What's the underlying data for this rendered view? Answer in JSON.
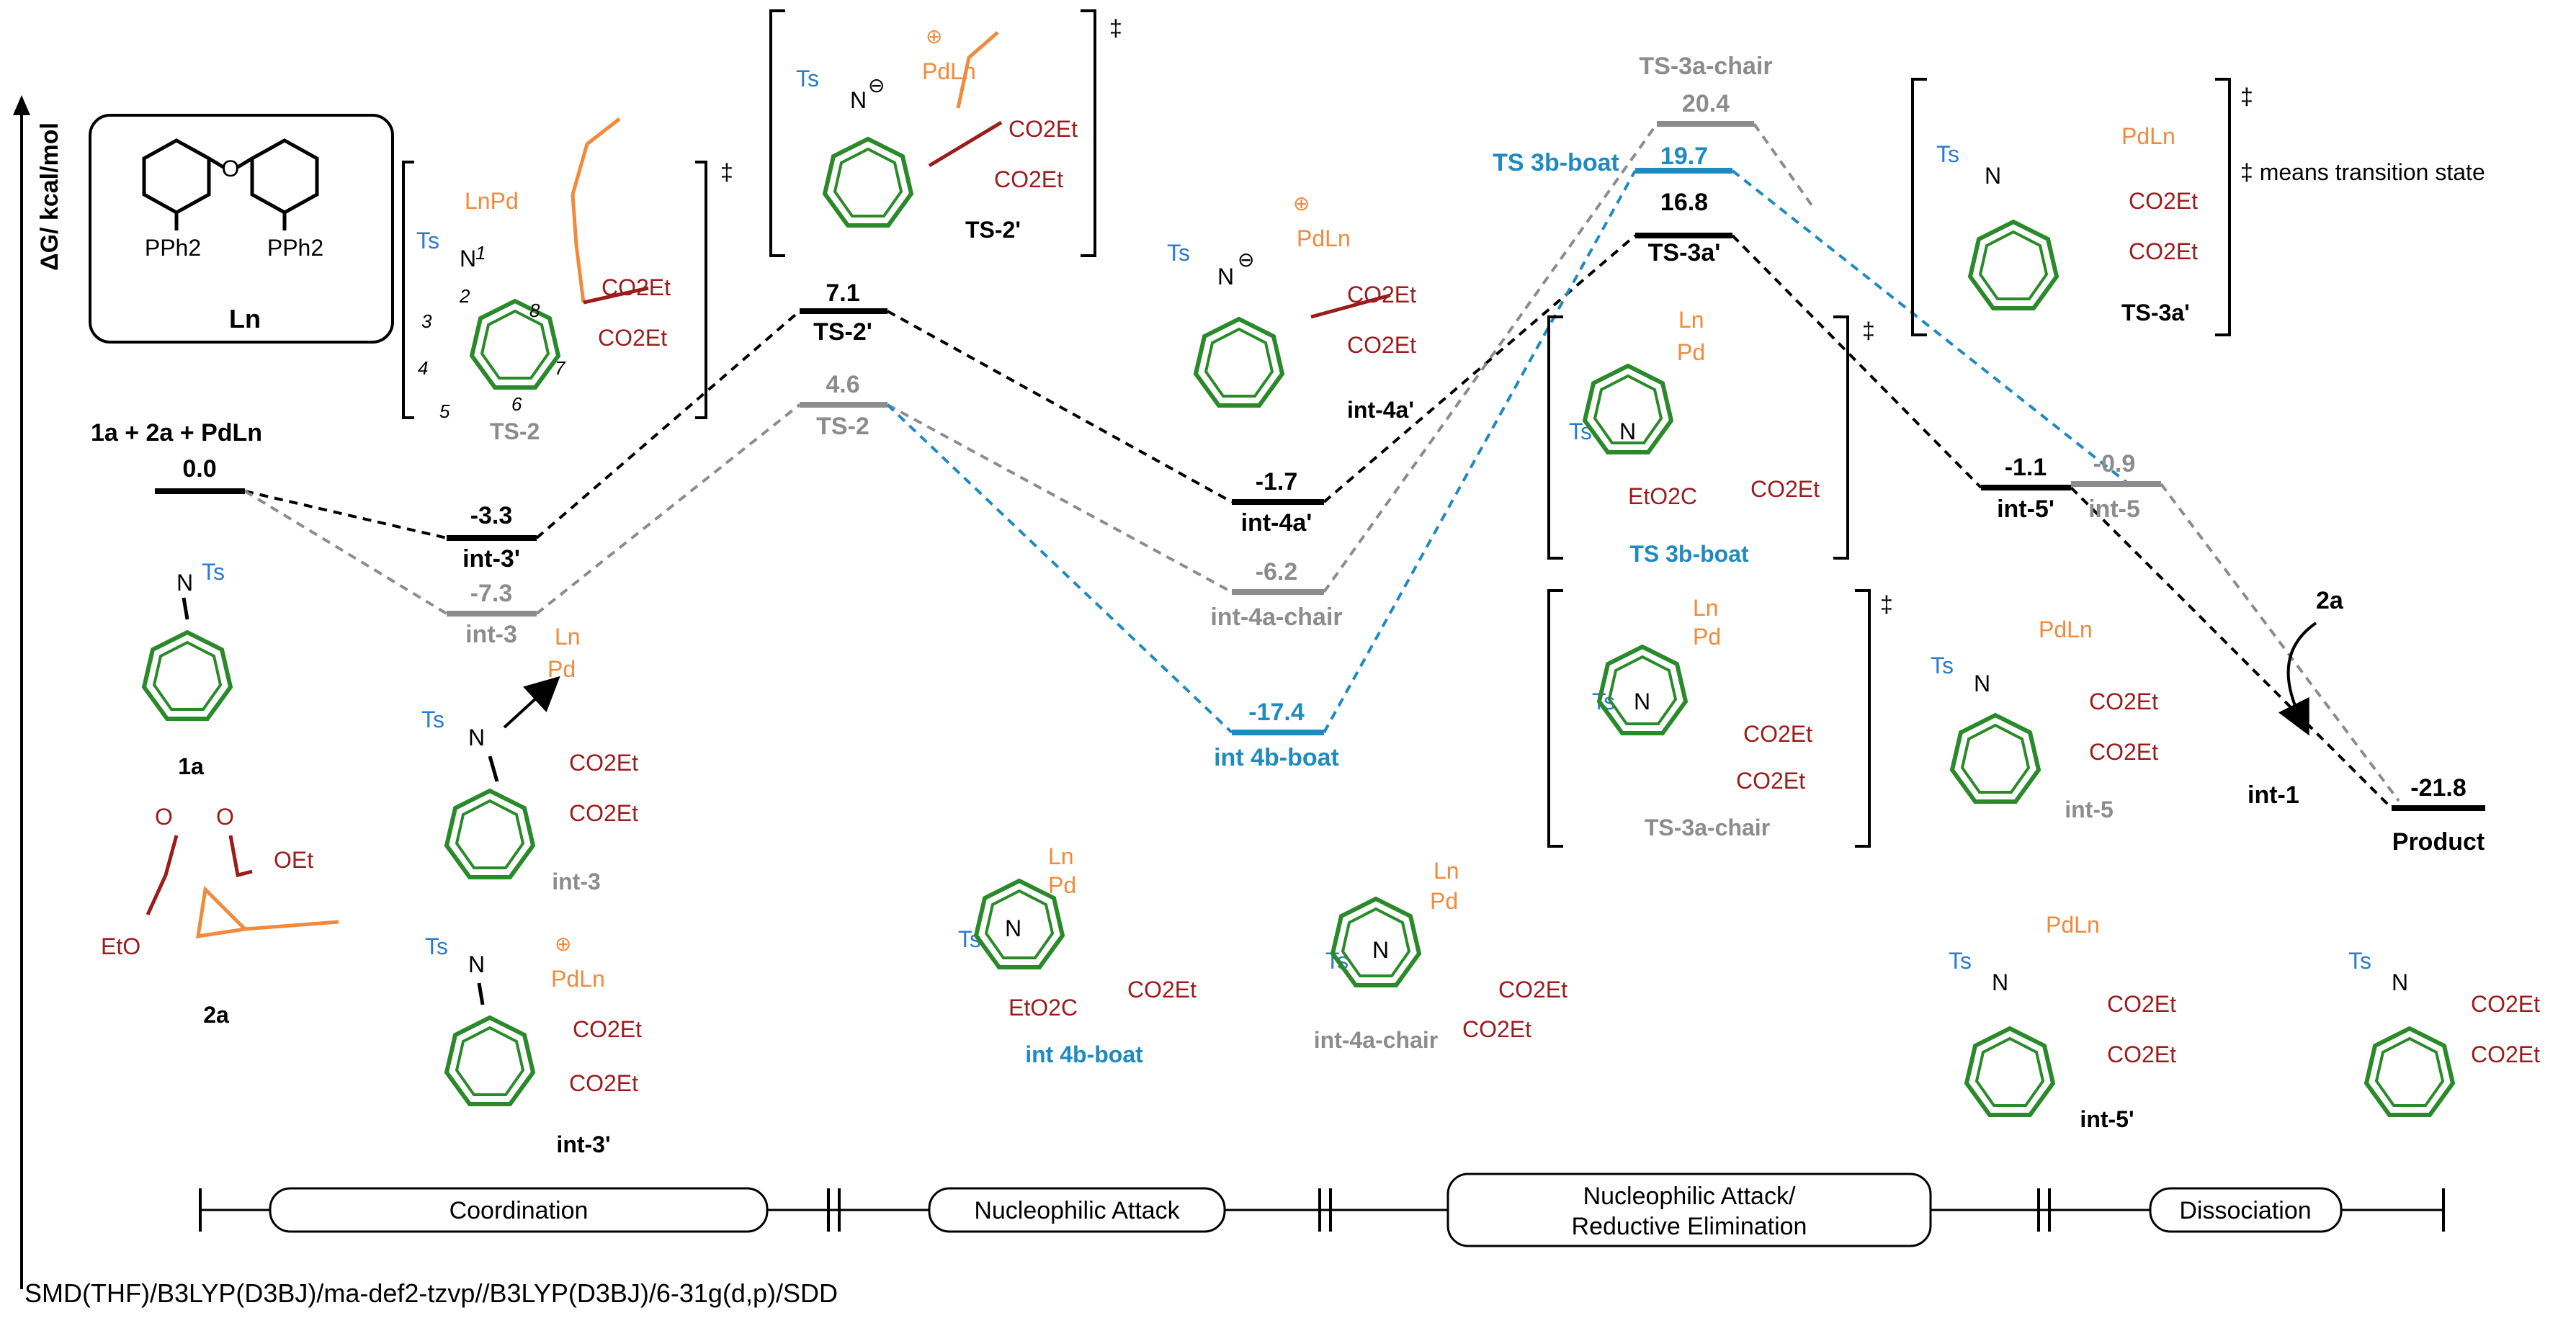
{
  "axis": {
    "ylabel": "ΔG/ kcal/mol"
  },
  "footer": {
    "method": "SMD(THF)/B3LYP(D3BJ)/ma-def2-tzvp//B3LYP(D3BJ)/6-31g(d,p)/SDD"
  },
  "colors": {
    "black_path": "#000000",
    "gray_path": "#8c8c8c",
    "blue_path": "#1f8ac0",
    "orange": "#f08a3c",
    "green": "#2a8a2a",
    "darkred": "#9b1c1c",
    "ts_blue": "#2b7bd0"
  },
  "stages": [
    "Coordination",
    "Nucleophilic Attack",
    "Nucleophilic Attack/",
    "Reductive Elimination",
    "Dissociation"
  ],
  "levels": [
    {
      "id": "start",
      "path": "black",
      "value": "0.0",
      "name": "1a + 2a + PdLn"
    },
    {
      "id": "int3p",
      "path": "black",
      "value": "-3.3",
      "name": "int-3'"
    },
    {
      "id": "int3",
      "path": "gray",
      "value": "-7.3",
      "name": "int-3"
    },
    {
      "id": "ts2p",
      "path": "black",
      "value": "7.1",
      "name": "TS-2'"
    },
    {
      "id": "ts2",
      "path": "gray",
      "value": "4.6",
      "name": "TS-2"
    },
    {
      "id": "int4ap",
      "path": "black",
      "value": "-1.7",
      "name": "int-4a'"
    },
    {
      "id": "int4a",
      "path": "gray",
      "value": "-6.2",
      "name": "int-4a-chair"
    },
    {
      "id": "int4b",
      "path": "blue",
      "value": "-17.4",
      "name": "int 4b-boat"
    },
    {
      "id": "ts3ac",
      "path": "gray",
      "value": "20.4",
      "name": "TS-3a-chair"
    },
    {
      "id": "ts3bb",
      "path": "blue",
      "value": "19.7",
      "name": "TS 3b-boat"
    },
    {
      "id": "ts3ap",
      "path": "black",
      "value": "16.8",
      "name": "TS-3a'"
    },
    {
      "id": "int5p",
      "path": "black",
      "value": "-1.1",
      "name": "int-5'"
    },
    {
      "id": "int5",
      "path": "gray",
      "value": "-0.9",
      "name": "int-5"
    },
    {
      "id": "prod",
      "path": "black",
      "value": "-21.8",
      "name": "Product"
    }
  ],
  "structures": {
    "ligand": {
      "label": "Ln",
      "left": "PPh2",
      "right": "PPh2",
      "o": "O"
    },
    "ts2_box": {
      "ts": "Ts",
      "n": "N",
      "lnpd": "LnPd",
      "co1": "CO2Et",
      "co2": "CO2Et",
      "name": "TS-2",
      "n1": "1",
      "n2": "2",
      "n3": "3",
      "n4": "4",
      "n5": "5",
      "n6": "6",
      "n7": "7",
      "n8": "8",
      "dagger": "‡"
    },
    "ts2p_box": {
      "ts": "Ts",
      "n": "N",
      "pd": "PdLn",
      "co1": "CO2Et",
      "co2": "CO2Et",
      "name": "TS-2'",
      "dagger": "‡",
      "charge": "⊕",
      "neg": "⊖"
    },
    "int4ap": {
      "ts": "Ts",
      "n": "N",
      "pd": "PdLn",
      "co1": "CO2Et",
      "co2": "CO2Et",
      "name": "int-4a'"
    },
    "ts3ap_box": {
      "ts": "Ts",
      "n": "N",
      "pd": "PdLn",
      "co1": "CO2Et",
      "co2": "CO2Et",
      "name": "TS-3a'",
      "dagger": "‡",
      "note": "‡ means transition state"
    },
    "ts3bb_box": {
      "ts": "Ts",
      "n": "N",
      "ln": "Ln",
      "pd": "Pd",
      "co1": "EtO2C",
      "co2": "CO2Et",
      "name": "TS 3b-boat",
      "dagger": "‡"
    },
    "ts3ac_box": {
      "ts": "Ts",
      "n": "N",
      "ln": "Ln",
      "pd": "Pd",
      "co1": "CO2Et",
      "co2": "CO2Et",
      "name": "TS-3a-chair",
      "dagger": "‡"
    },
    "s1a": {
      "n": "N",
      "ts": "Ts",
      "name": "1a"
    },
    "s2a": {
      "o1": "O",
      "o2": "O",
      "oet": "OEt",
      "eto": "EtO",
      "name": "2a"
    },
    "int3": {
      "ts": "Ts",
      "n": "N",
      "ln": "Ln",
      "pd": "Pd",
      "co1": "CO2Et",
      "co2": "CO2Et",
      "name": "int-3"
    },
    "int3p": {
      "ts": "Ts",
      "n": "N",
      "pd": "PdLn",
      "co1": "CO2Et",
      "co2": "CO2Et",
      "name": "int-3'"
    },
    "int4b": {
      "ts": "Ts",
      "n": "N",
      "ln": "Ln",
      "pd": "Pd",
      "co1": "EtO2C",
      "co2": "CO2Et",
      "name": "int 4b-boat"
    },
    "int4a": {
      "ts": "Ts",
      "n": "N",
      "ln": "Ln",
      "pd": "Pd",
      "co1": "CO2Et",
      "co2": "CO2Et",
      "name": "int-4a-chair"
    },
    "int5": {
      "ts": "Ts",
      "n": "N",
      "pd": "PdLn",
      "co1": "CO2Et",
      "co2": "CO2Et",
      "name": "int-5"
    },
    "int5p": {
      "ts": "Ts",
      "n": "N",
      "pd": "PdLn",
      "co1": "CO2Et",
      "co2": "CO2Et",
      "name": "int-5'"
    },
    "product": {
      "ts": "Ts",
      "n": "N",
      "co1": "CO2Et",
      "co2": "CO2Et"
    },
    "arrow": {
      "reagent": "2a",
      "out": "int-1"
    }
  }
}
